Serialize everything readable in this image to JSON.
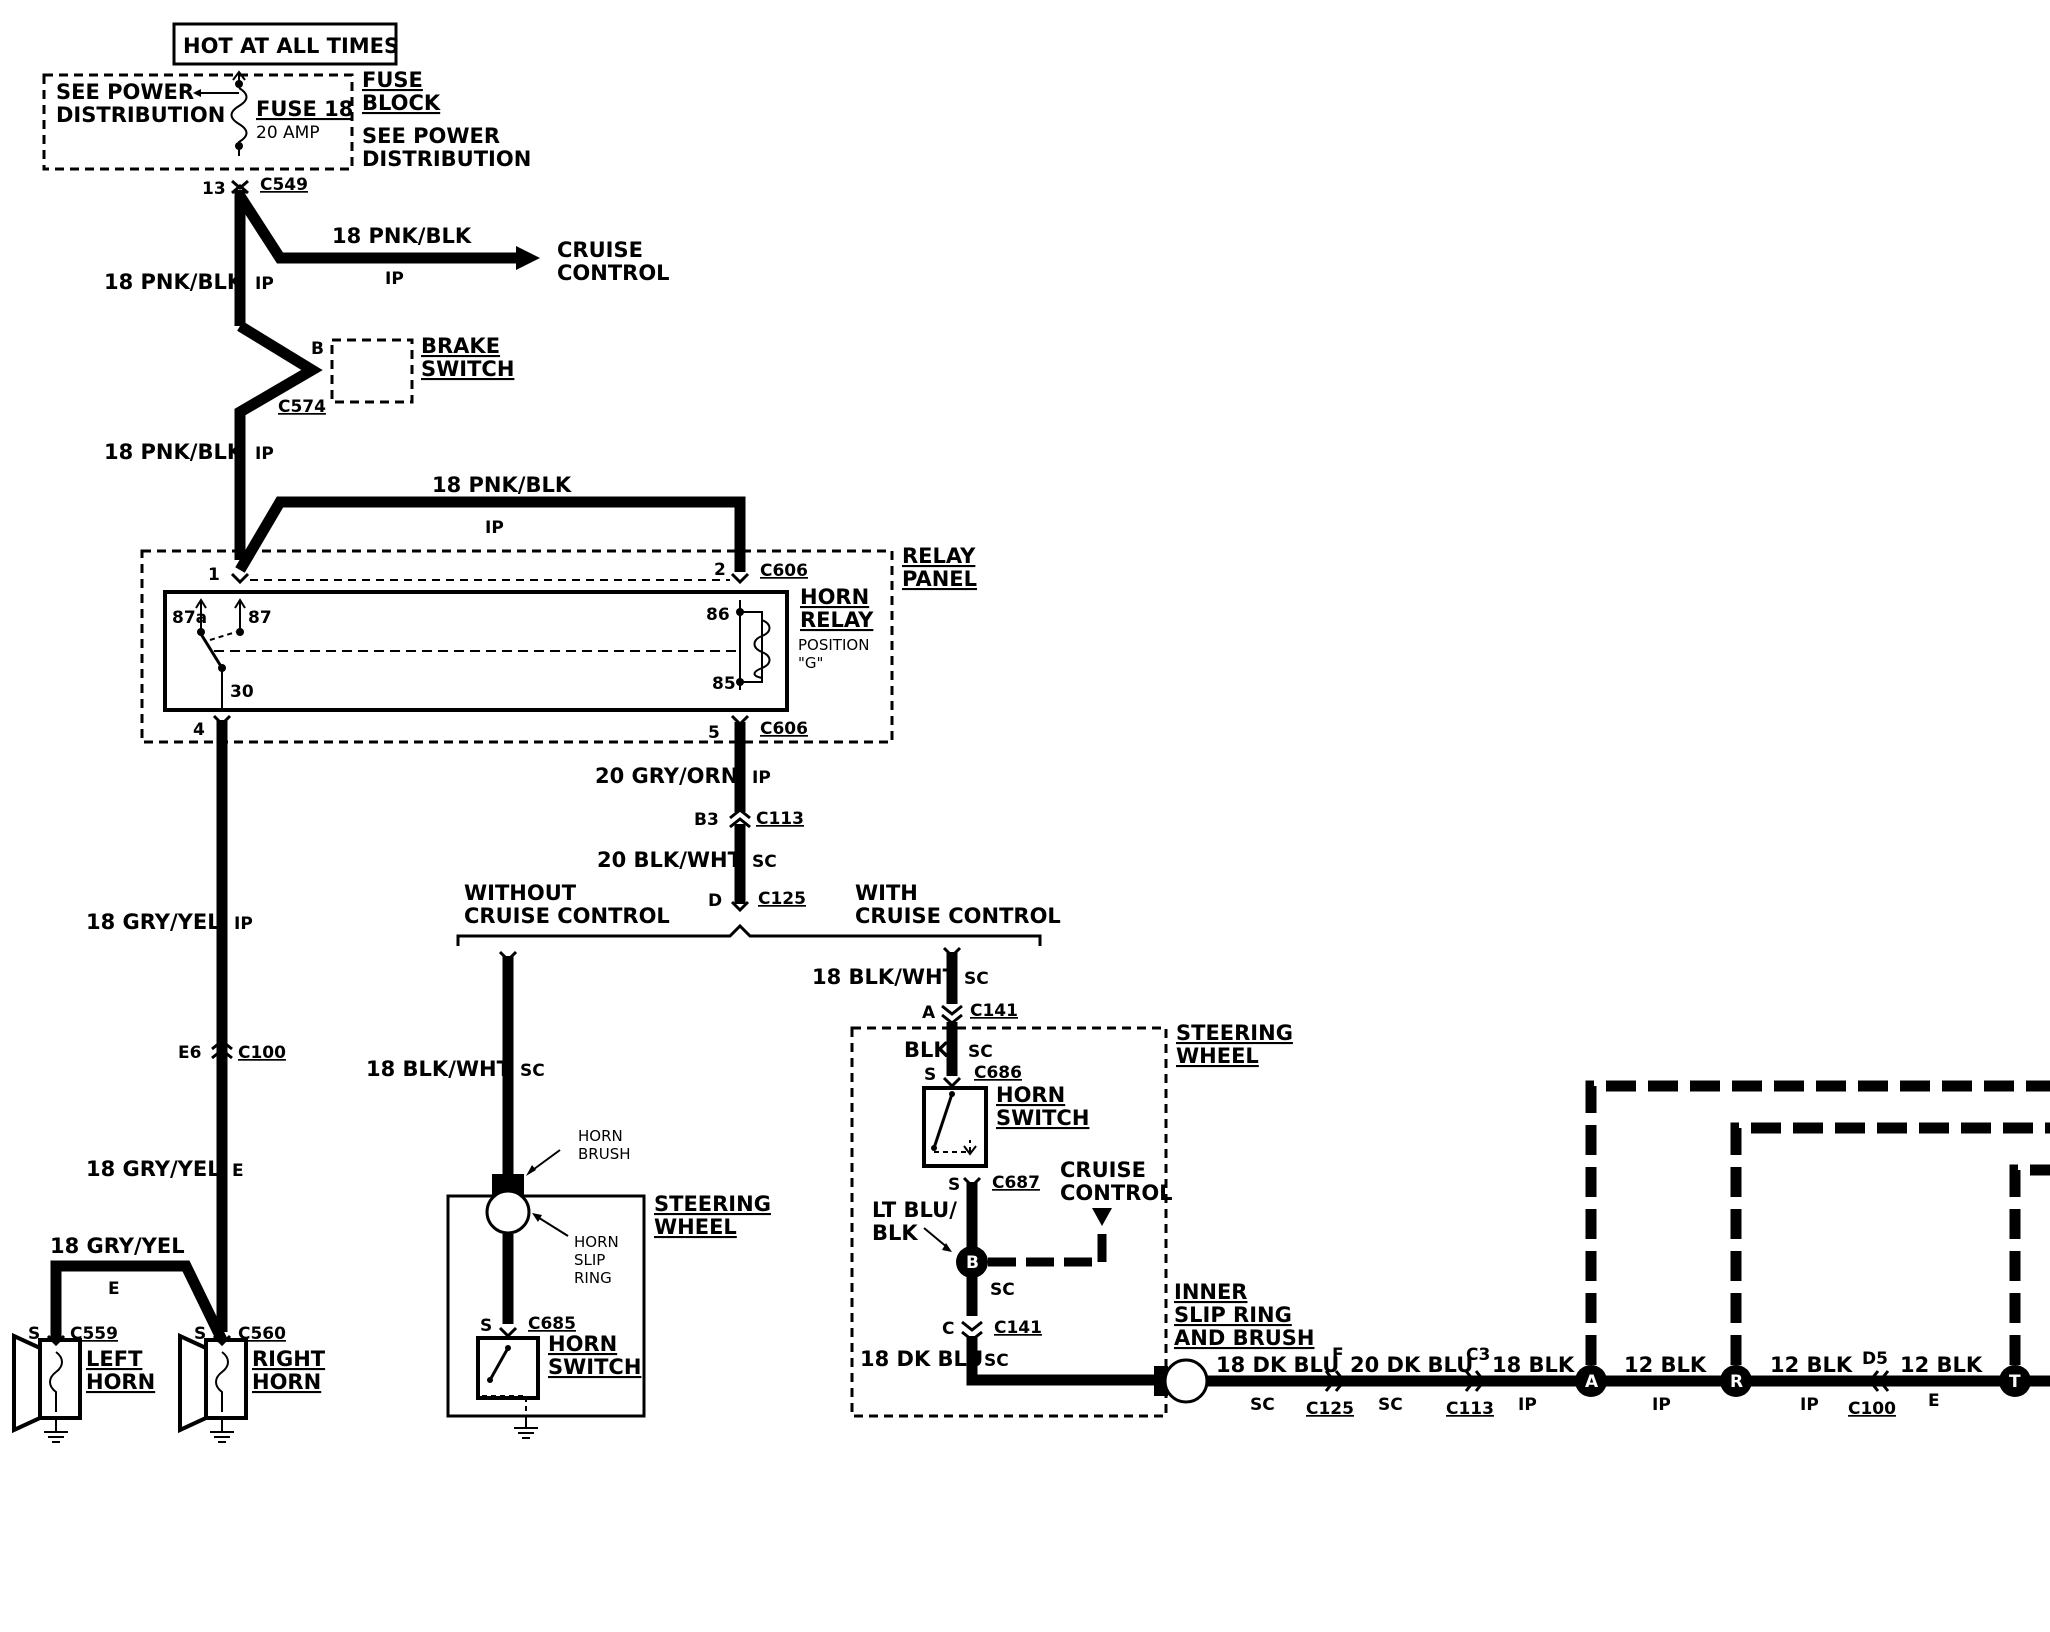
{
  "power": {
    "hot_at_all_times": "HOT AT ALL TIMES",
    "see_power_left_1": "SEE POWER",
    "see_power_left_2": "DISTRIBUTION",
    "fuse_name": "FUSE 18",
    "fuse_amp": "20 AMP",
    "fuse_block_1": "FUSE",
    "fuse_block_2": "BLOCK",
    "see_power_right_1": "SEE POWER",
    "see_power_right_2": "DISTRIBUTION"
  },
  "connectors": {
    "c549_pin": "13",
    "c549": "C549",
    "c574_pin": "B",
    "c574": "C574",
    "c606_pin_1": "1",
    "c606_pin_2": "2",
    "c606_top": "C606",
    "c606_pin_4": "4",
    "c606_pin_5": "5",
    "c606_bottom": "C606",
    "c113_pin": "B3",
    "c113": "C113",
    "c125_pin": "D",
    "c125": "C125",
    "c100_pin": "E6",
    "c100": "C100",
    "c559_pin": "S",
    "c559": "C559",
    "c560_pin": "S",
    "c560": "C560",
    "c685_pin": "S",
    "c685": "C685",
    "c141_top_pin": "A",
    "c141_top": "C141",
    "c686_pin": "S",
    "c686": "C686",
    "c687_pin": "S",
    "c687": "C687",
    "c141_bottom_pin": "C",
    "c141_bottom": "C141",
    "c125_bottom_pin": "F",
    "c125_bottom": "C125",
    "c113_bottom_pin": "C3",
    "c113_bottom": "C113",
    "c100_bottom_pin": "D5",
    "c100_bottom": "C100"
  },
  "wires": {
    "w_top_branch": "18 PNK/BLK",
    "w_top_branch_loc": "IP",
    "cruise_1": "CRUISE",
    "cruise_2": "CONTROL",
    "w_main_1": "18 PNK/BLK",
    "w_main_1_loc": "IP",
    "w_main_2": "18 PNK/BLK",
    "w_main_2_loc": "IP",
    "w_relay_top": "18 PNK/BLK",
    "w_relay_top_loc": "IP",
    "w_gry_orn": "20 GRY/ORN",
    "w_gry_orn_loc": "IP",
    "w_blk_wht_20": "20 BLK/WHT",
    "w_blk_wht_20_loc": "SC",
    "w_gry_yel_1": "18 GRY/YEL",
    "w_gry_yel_1_loc": "IP",
    "w_gry_yel_2": "18 GRY/YEL",
    "w_gry_yel_2_loc": "E",
    "w_gry_yel_3": "18 GRY/YEL",
    "w_gry_yel_3_loc": "E",
    "w_blk_wht_left": "18 BLK/WHT",
    "w_blk_wht_left_loc": "SC",
    "w_blk_wht_right": "18 BLK/WHT",
    "w_blk_wht_right_loc": "SC",
    "w_blk": "BLK",
    "w_blk_loc": "SC",
    "w_lt_blu_1": "LT BLU/",
    "w_lt_blu_2": "BLK",
    "w_lt_blu_loc": "SC",
    "w_dk_blu_in": "18 DK BLU",
    "w_dk_blu_in_loc": "SC",
    "w_dk_blu_out": "18 DK BLU",
    "w_dk_blu_out_loc": "SC",
    "w_dk_blu_20": "20 DK BLU",
    "w_dk_blu_20_loc": "SC",
    "w_blk_18": "18 BLK",
    "w_blk_18_loc": "IP",
    "w_blk_12_a": "12 BLK",
    "w_blk_12_a_loc": "IP",
    "w_blk_12_b": "12 BLK",
    "w_blk_12_b_loc": "IP",
    "w_blk_12_c": "12 BLK",
    "w_blk_12_c_loc": "E"
  },
  "components": {
    "brake_1": "BRAKE",
    "brake_2": "SWITCH",
    "relay_panel_1": "RELAY",
    "relay_panel_2": "PANEL",
    "horn_relay_1": "HORN",
    "horn_relay_2": "RELAY",
    "position_1": "POSITION",
    "position_2": "\"G\"",
    "pin_87a": "87a",
    "pin_87": "87",
    "pin_30": "30",
    "pin_86": "86",
    "pin_85": "85",
    "without_cruise_1": "WITHOUT",
    "without_cruise_2": "CRUISE CONTROL",
    "with_cruise_1": "WITH",
    "with_cruise_2": "CRUISE CONTROL",
    "horn_brush_1": "HORN",
    "horn_brush_2": "BRUSH",
    "horn_slip_1": "HORN",
    "horn_slip_2": "SLIP",
    "horn_slip_3": "RING",
    "steering_left_1": "STEERING",
    "steering_left_2": "WHEEL",
    "horn_switch_left_1": "HORN",
    "horn_switch_left_2": "SWITCH",
    "steering_right_1": "STEERING",
    "steering_right_2": "WHEEL",
    "horn_switch_right_1": "HORN",
    "horn_switch_right_2": "SWITCH",
    "cruise_ctrl_1": "CRUISE",
    "cruise_ctrl_2": "CONTROL",
    "splice_b": "B",
    "inner_slip_1": "INNER",
    "inner_slip_2": "SLIP RING",
    "inner_slip_3": "AND BRUSH",
    "left_horn_1": "LEFT",
    "left_horn_2": "HORN",
    "right_horn_1": "RIGHT",
    "right_horn_2": "HORN",
    "splice_a": "A",
    "splice_r": "R",
    "splice_t": "T"
  }
}
